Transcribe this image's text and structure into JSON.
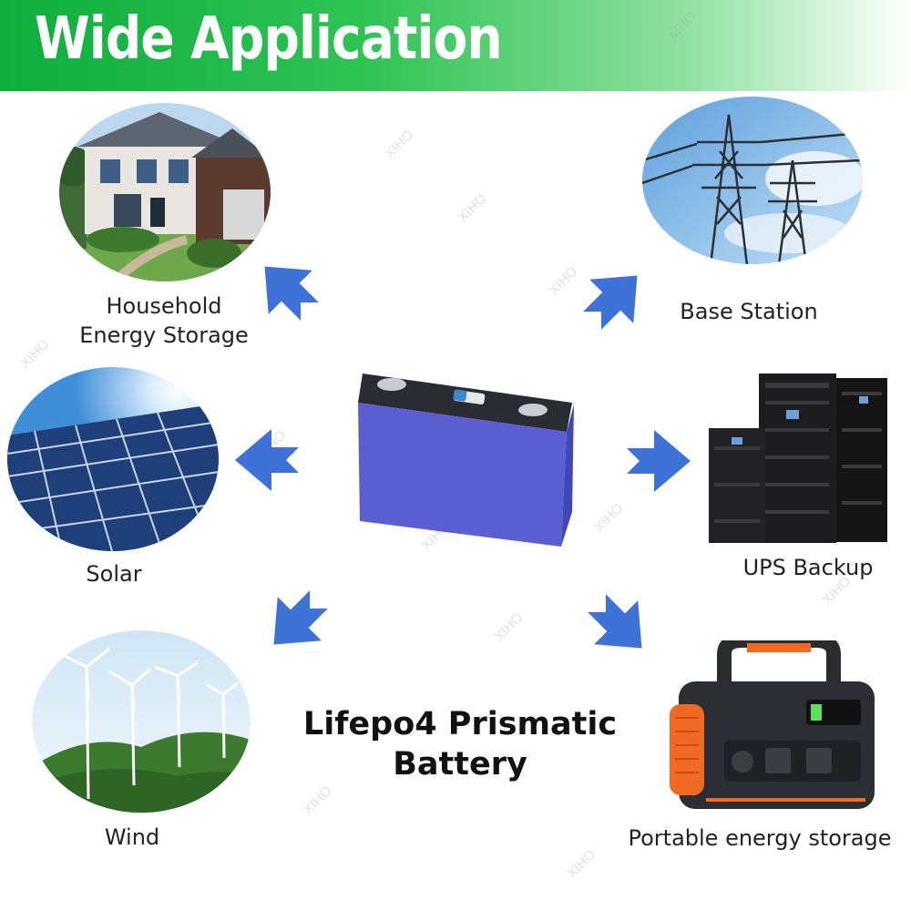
{
  "banner": {
    "title": "Wide Application",
    "gradient_colors": [
      "#0fae3e",
      "#2fc354",
      "#8fe0a0",
      "#ffffff"
    ]
  },
  "product": {
    "name_line1": "Lifepo4 Prismatic",
    "name_line2": "Battery",
    "cell_color": "#5a5ed0"
  },
  "applications": {
    "household": {
      "line1": "Household",
      "line2": "Energy Storage",
      "icon": "house-icon"
    },
    "base_station": {
      "label": "Base Station",
      "icon": "power-tower-icon"
    },
    "solar": {
      "label": "Solar",
      "icon": "solar-panel-icon"
    },
    "ups": {
      "label": "UPS Backup",
      "icon": "server-rack-icon"
    },
    "wind": {
      "label": "Wind",
      "icon": "wind-turbine-icon"
    },
    "portable": {
      "label": "Portable energy storage",
      "icon": "power-station-icon"
    }
  },
  "arrow_color": "#3f72d6",
  "watermark": "XIHO"
}
